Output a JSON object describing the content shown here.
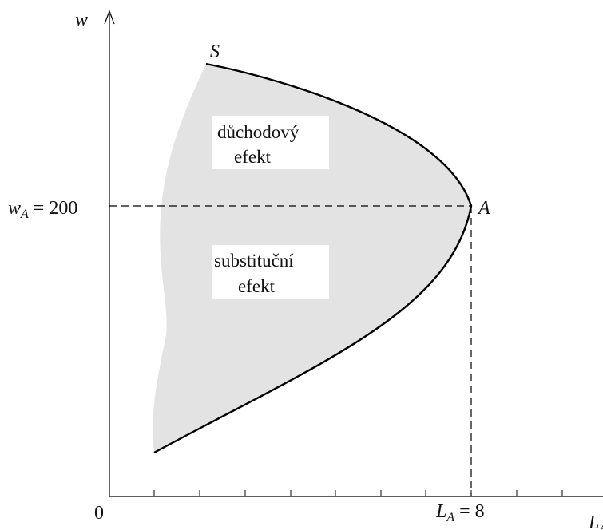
{
  "axes": {
    "y_label": "w",
    "x_label_main": "L",
    "x_label_sub": "A",
    "origin_label": "0"
  },
  "points": {
    "S": {
      "label": "S"
    },
    "A": {
      "label": "A"
    }
  },
  "markers": {
    "wA": {
      "main": "w",
      "sub": "A",
      "rest": " = 200"
    },
    "LA": {
      "main": "L",
      "sub": "A",
      "rest": " = 8"
    }
  },
  "regions": {
    "income_effect": {
      "line1": "důchodový",
      "line2": "efekt"
    },
    "substitution_effect": {
      "line1": "substituční",
      "line2": "efekt"
    }
  },
  "colors": {
    "shade": "#e3e3e3",
    "ink": "#000000"
  }
}
